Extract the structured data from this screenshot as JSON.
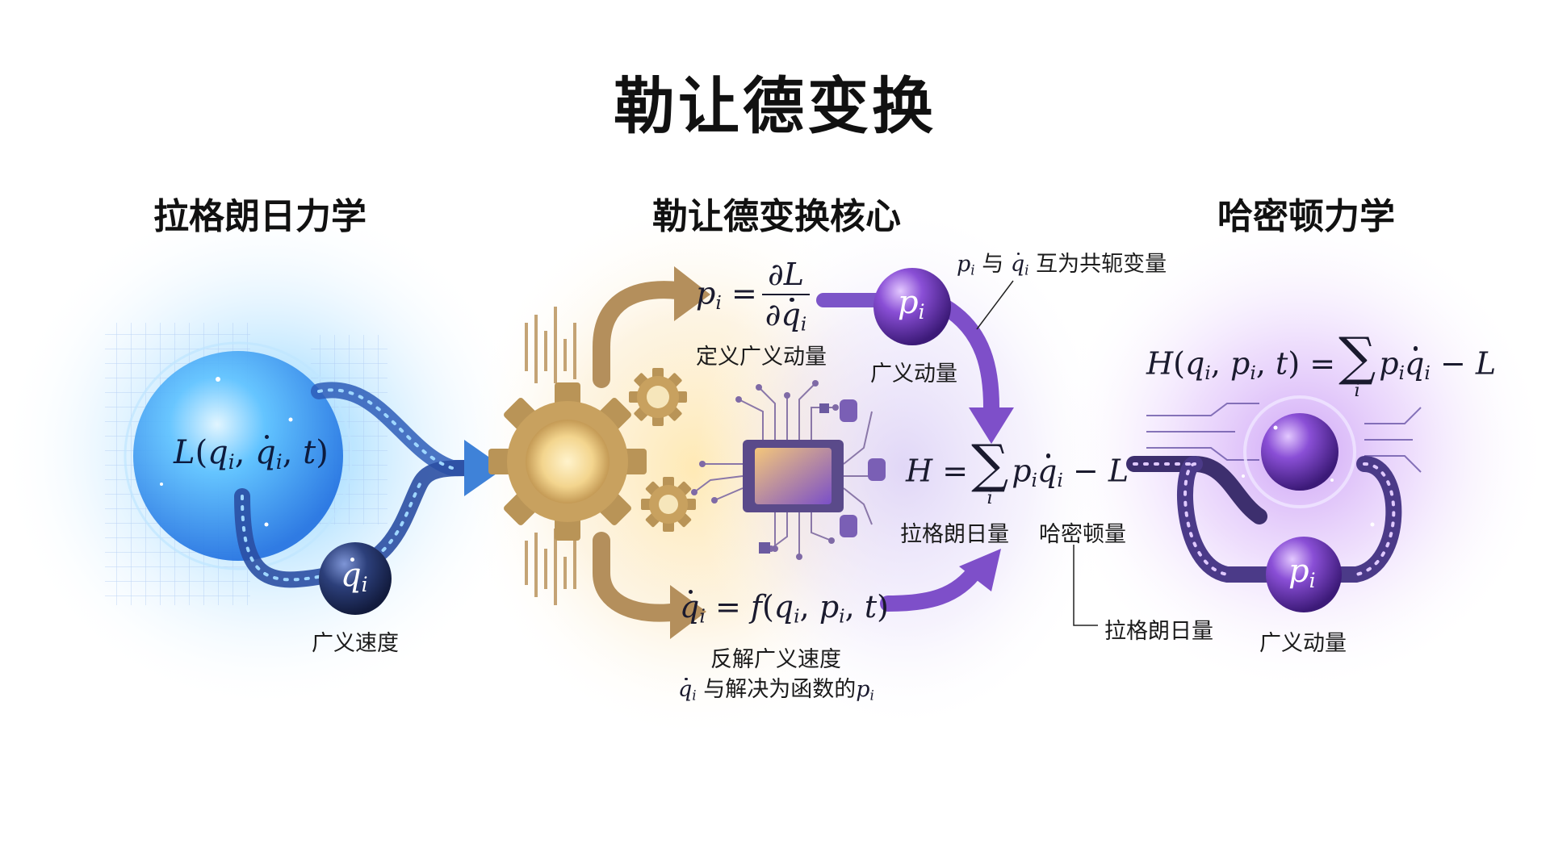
{
  "title": "勒让德变换",
  "sections": {
    "left": "拉格朗日力学",
    "center": "勒让德变换核心",
    "right": "哈密顿力学"
  },
  "labels": {
    "generalized_velocity": "广义速度",
    "define_momentum": "定义广义动量",
    "generalized_momentum_center": "广义动量",
    "conjugate_note": "与",
    "conjugate_note_tail": "互为共轭变量",
    "lagrangian_quantity": "拉格朗日量",
    "hamiltonian_quantity": "哈密顿量",
    "inverse_velocity": "反解广义速度",
    "solve_note_mid": "与解决为函数的",
    "lagrangian_callout": "拉格朗日量",
    "generalized_momentum_right": "广义动量"
  },
  "colors": {
    "blue": "#3a8ff0",
    "gold": "#c9a061",
    "purple": "#8b4fd8",
    "navy": "#2b3a6b"
  },
  "icons": [
    "gear-icon",
    "chip-icon",
    "database-icon",
    "grid-icon",
    "arrow-icon"
  ]
}
